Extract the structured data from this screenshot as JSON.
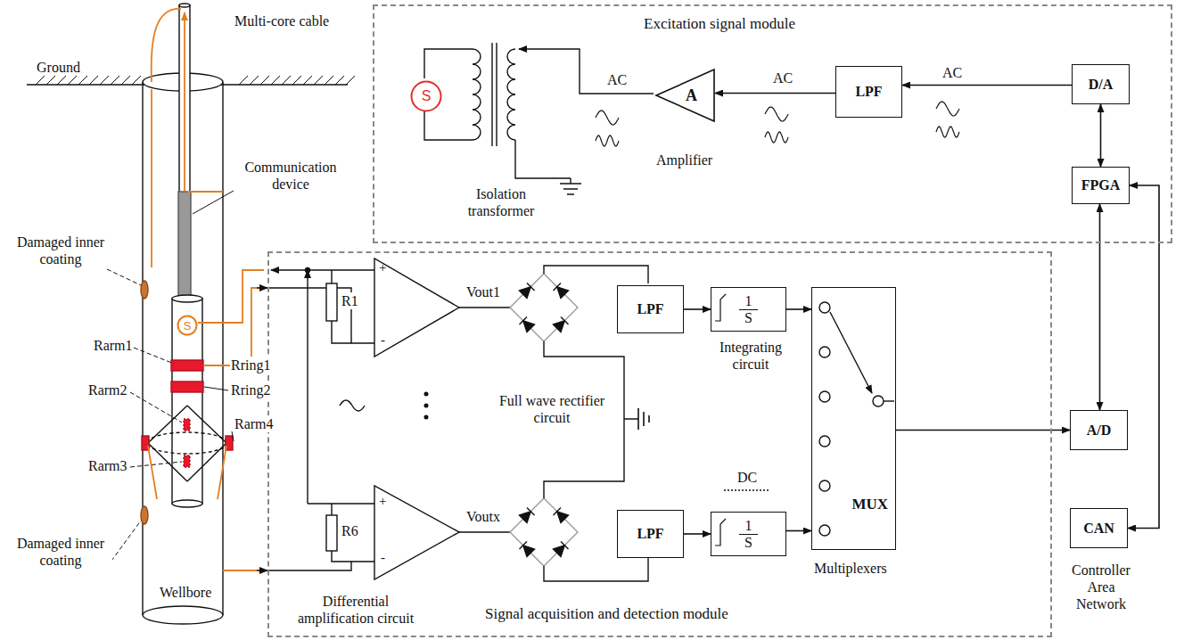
{
  "diagram": {
    "nodes": [
      {
        "text": [
          "Excitation signal module"
        ]
      },
      {
        "text": [
          "S"
        ],
        "in": 0
      },
      {
        "text": [
          "A"
        ],
        "in": 0
      },
      {
        "text": [
          "LPF"
        ],
        "in": 0
      },
      {
        "text": [
          "D/A"
        ],
        "in": 0
      },
      {
        "text": [
          "FPGA"
        ],
        "in": 0
      },
      {
        "text": [
          "Signal acquisition and detection module"
        ]
      },
      {
        "text": [
          "LPF"
        ],
        "in": 6
      },
      {
        "text": [
          "1",
          "S"
        ],
        "in": 6
      },
      {
        "text": [
          "LPF"
        ],
        "in": 6
      },
      {
        "text": [
          "1",
          "S"
        ],
        "in": 6
      },
      {
        "text": [
          "MUX"
        ],
        "in": 6
      },
      {
        "text": [
          "A/D"
        ]
      },
      {
        "text": [
          "CAN"
        ]
      },
      {
        "text": [
          "S"
        ]
      }
    ],
    "edges": [
      {
        "from": 4,
        "to": 3,
        "arrow": "to"
      },
      {
        "from": 3,
        "to": 2,
        "arrow": "to"
      },
      {
        "from": 5,
        "to": 4,
        "arrow": "both"
      },
      {
        "from": 7,
        "to": 8,
        "arrow": "to"
      },
      {
        "from": 8,
        "to": 11,
        "arrow": "to"
      },
      {
        "from": 9,
        "to": 10,
        "arrow": "to"
      },
      {
        "from": 10,
        "to": 11,
        "arrow": "to"
      },
      {
        "from": 11,
        "to": 12,
        "arrow": "to"
      },
      {
        "from": 5,
        "to": 12,
        "arrow": "both"
      },
      {
        "from": 5,
        "to": 13,
        "arrow": "both"
      }
    ],
    "labels": [
      "AC",
      "AC",
      "AC",
      "Isolation transformer",
      "Amplifier",
      "Multi-core cable",
      "Ground",
      "Communication device",
      "Damaged inner coating",
      "Rarm1",
      "Rring1",
      "Rring2",
      "Rarm2",
      "Rarm4",
      "Rarm3",
      "Damaged inner coating",
      "Wellbore",
      "R1",
      "R6",
      "Vout1",
      "Voutx",
      "+",
      "-",
      "+",
      "-",
      "Full wave rectifier circuit",
      "Integrating circuit",
      "DC",
      "Multiplexers",
      "Differential amplification circuit",
      "Controller Area Network"
    ]
  }
}
